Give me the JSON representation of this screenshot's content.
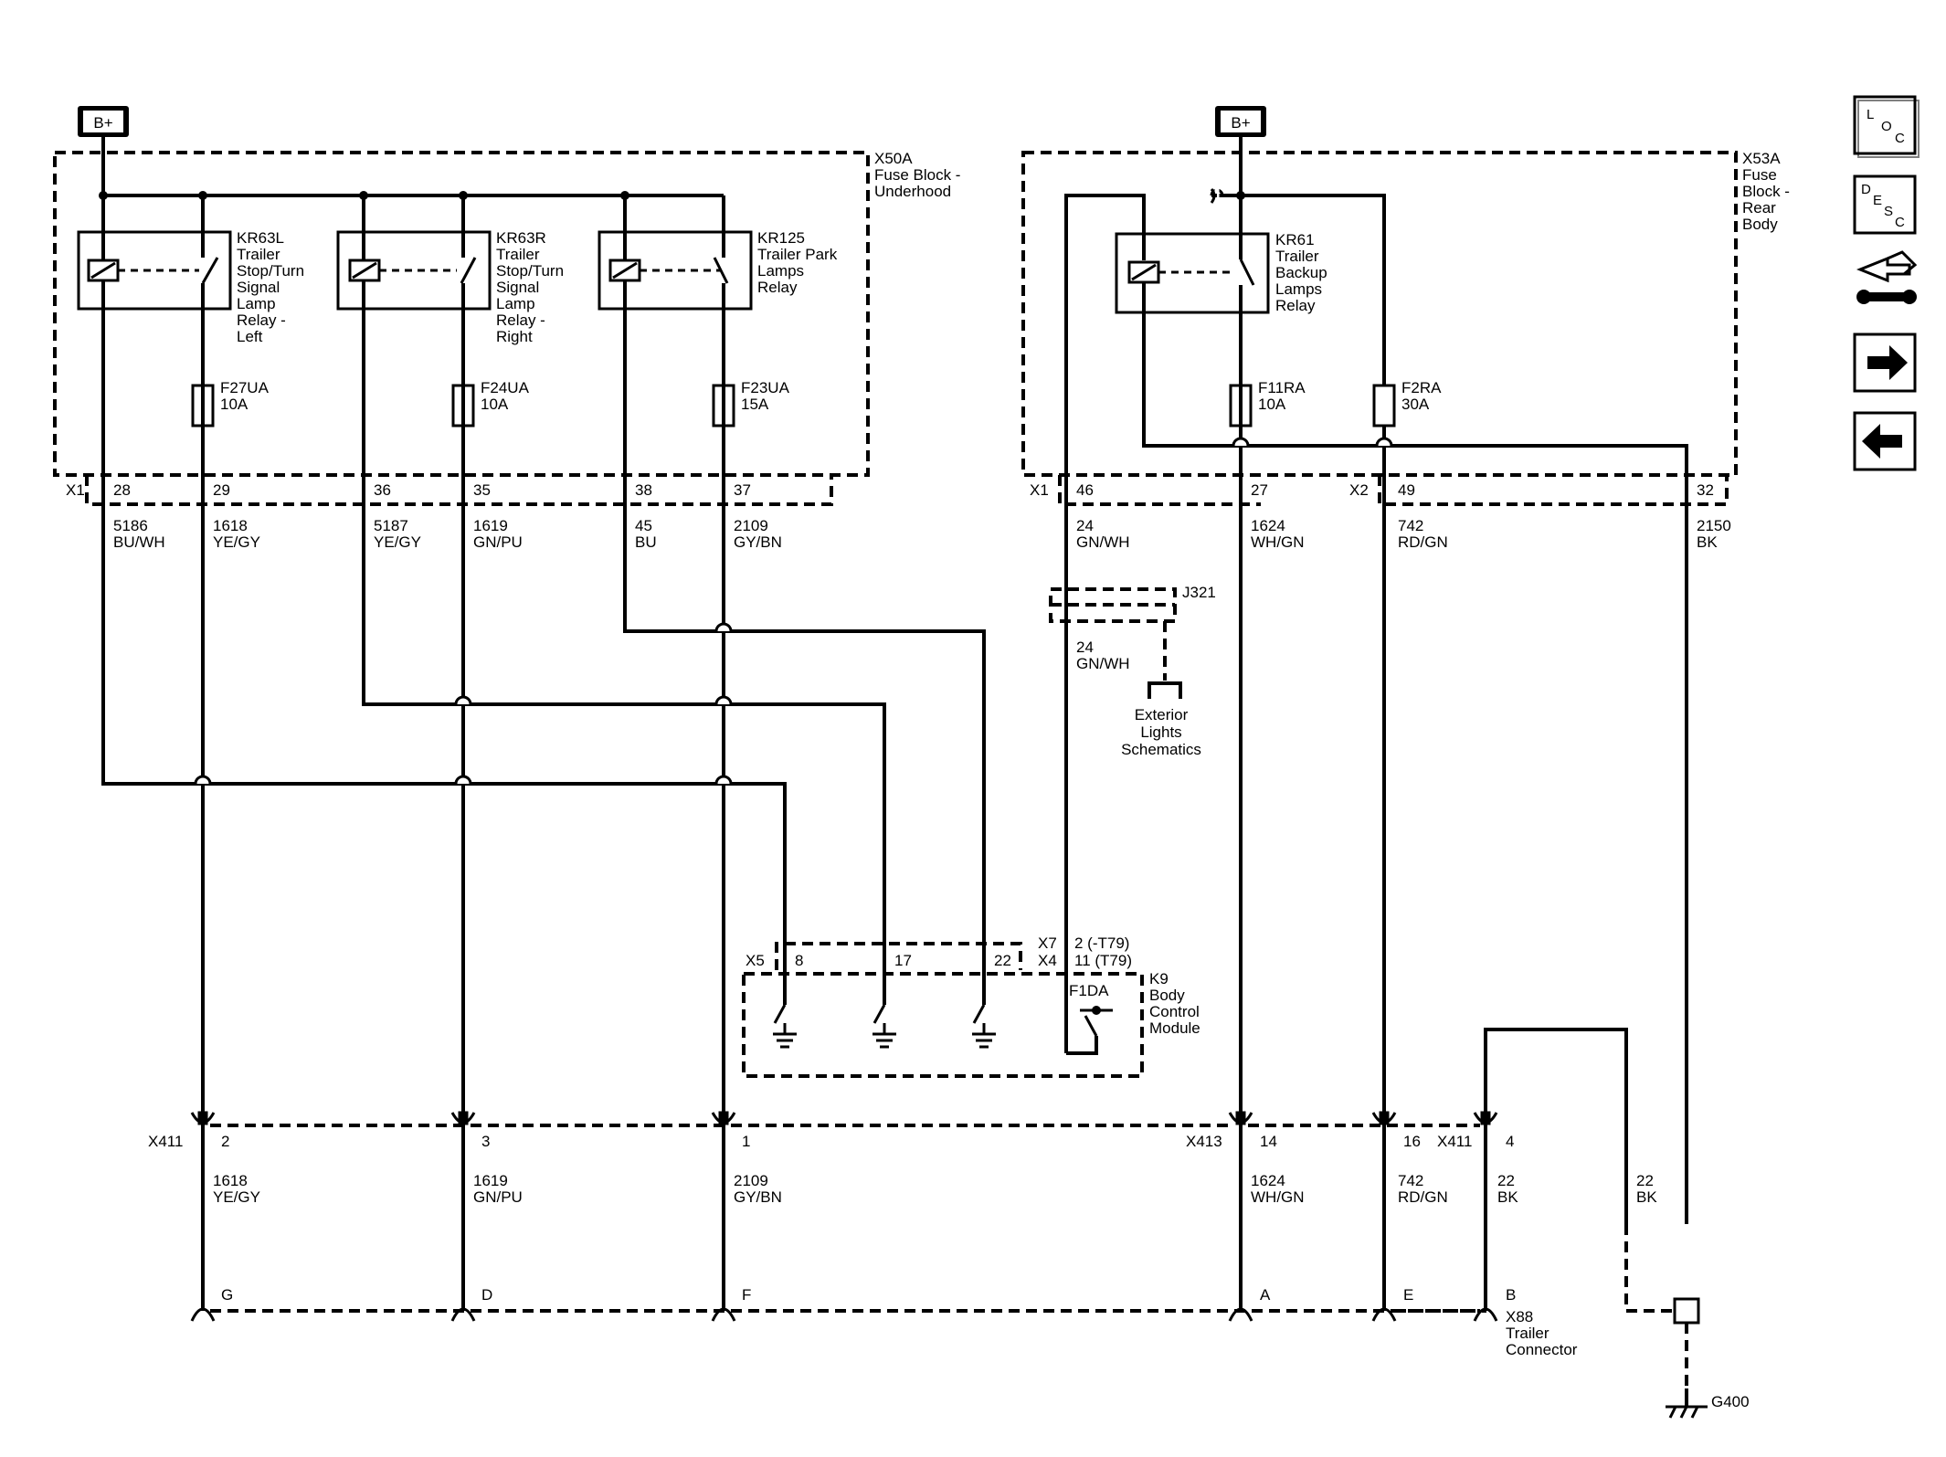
{
  "power": {
    "left": "B+",
    "right": "B+"
  },
  "fuse_blocks": {
    "underhood": {
      "id": "X50A",
      "line1": "Fuse Block -",
      "line2": "Underhood"
    },
    "rear": {
      "id": "X53A",
      "line1": "Fuse",
      "line2": "Block -",
      "line3": "Rear",
      "line4": "Body"
    }
  },
  "relays": {
    "kr63l": {
      "id": "KR63L",
      "l1": "Trailer",
      "l2": "Stop/Turn",
      "l3": "Signal",
      "l4": "Lamp",
      "l5": "Relay -",
      "l6": "Left"
    },
    "kr63r": {
      "id": "KR63R",
      "l1": "Trailer",
      "l2": "Stop/Turn",
      "l3": "Signal",
      "l4": "Lamp",
      "l5": "Relay -",
      "l6": "Right"
    },
    "kr125": {
      "id": "KR125",
      "l1": "Trailer Park",
      "l2": "Lamps",
      "l3": "Relay"
    },
    "kr61": {
      "id": "KR61",
      "l1": "Trailer",
      "l2": "Backup",
      "l3": "Lamps",
      "l4": "Relay"
    }
  },
  "fuses": {
    "f27ua": {
      "id": "F27UA",
      "rating": "10A"
    },
    "f24ua": {
      "id": "F24UA",
      "rating": "10A"
    },
    "f23ua": {
      "id": "F23UA",
      "rating": "15A"
    },
    "f11ra": {
      "id": "F11RA",
      "rating": "10A"
    },
    "f2ra": {
      "id": "F2RA",
      "rating": "30A"
    }
  },
  "connectors": {
    "x1_left": "X1",
    "x1_right": "X1",
    "x2": "X2",
    "x411_top": "X411",
    "x413": "X413",
    "x411_right": "X411",
    "x5": "X5",
    "x7": "X7",
    "x4": "X4",
    "x7_pin": "2 (-T79)",
    "x4_pin": "11 (T79)"
  },
  "pins": {
    "p28": "28",
    "p29": "29",
    "p36": "36",
    "p35": "35",
    "p38": "38",
    "p37": "37",
    "p46": "46",
    "p27": "27",
    "p49": "49",
    "p32": "32",
    "p8": "8",
    "p17": "17",
    "p22": "22",
    "x411_2": "2",
    "x411_3": "3",
    "x411_1": "1",
    "x413_14": "14",
    "x413_16": "16",
    "x411_4": "4",
    "pg": "G",
    "pd": "D",
    "pf": "F",
    "pa": "A",
    "pe": "E",
    "pb": "B"
  },
  "wires": {
    "w5186": {
      "num": "5186",
      "color": "BU/WH"
    },
    "w1618": {
      "num": "1618",
      "color": "YE/GY"
    },
    "w5187": {
      "num": "5187",
      "color": "YE/GY"
    },
    "w1619": {
      "num": "1619",
      "color": "GN/PU"
    },
    "w45": {
      "num": "45",
      "color": "BU"
    },
    "w2109": {
      "num": "2109",
      "color": "GY/BN"
    },
    "w24": {
      "num": "24",
      "color": "GN/WH"
    },
    "w24b": {
      "num": "24",
      "color": "GN/WH"
    },
    "w1624": {
      "num": "1624",
      "color": "WH/GN"
    },
    "w742": {
      "num": "742",
      "color": "RD/GN"
    },
    "w2150": {
      "num": "2150",
      "color": "BK"
    },
    "w1618b": {
      "num": "1618",
      "color": "YE/GY"
    },
    "w1619b": {
      "num": "1619",
      "color": "GN/PU"
    },
    "w2109b": {
      "num": "2109",
      "color": "GY/BN"
    },
    "w1624b": {
      "num": "1624",
      "color": "WH/GN"
    },
    "w742b": {
      "num": "742",
      "color": "RD/GN"
    },
    "w22a": {
      "num": "22",
      "color": "BK"
    },
    "w22b": {
      "num": "22",
      "color": "BK"
    }
  },
  "splice": {
    "id": "J321"
  },
  "ref": {
    "l1": "Exterior",
    "l2": "Lights",
    "l3": "Schematics"
  },
  "module": {
    "id": "K9",
    "l1": "Body",
    "l2": "Control",
    "l3": "Module",
    "internal": "F1DA"
  },
  "trailer_connector": {
    "id": "X88",
    "l1": "Trailer",
    "l2": "Connector"
  },
  "ground": {
    "id": "G400"
  },
  "nav": {
    "loc_l": "L",
    "loc_o": "O",
    "loc_c": "C",
    "desc_d": "D",
    "desc_e": "E",
    "desc_s": "S",
    "desc_c": "C"
  }
}
